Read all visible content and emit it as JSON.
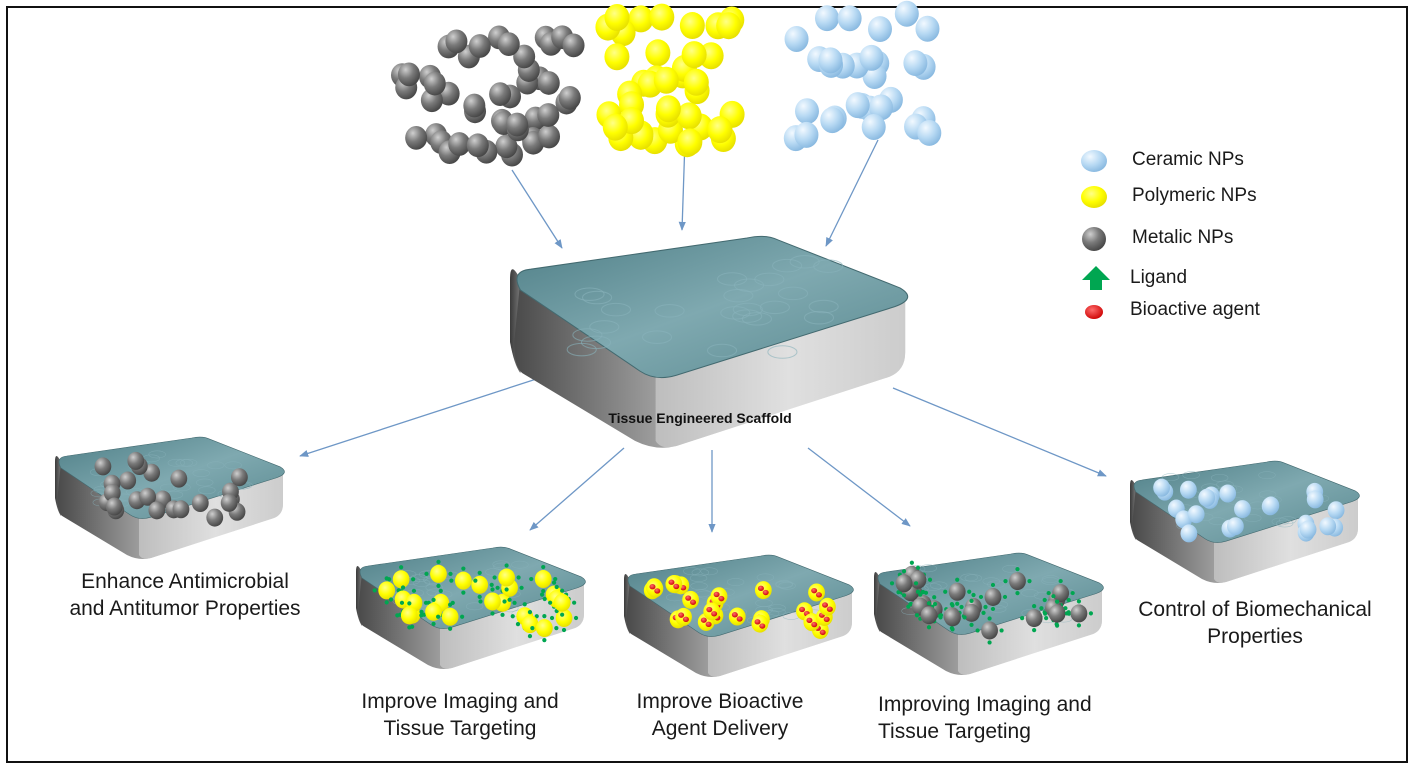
{
  "colors": {
    "ceramic": "#a9d0ef",
    "polymeric": "#ffff00",
    "metalic": "#6c6c6c",
    "ligand": "#00a651",
    "bioactive": "#ee1111",
    "scaffold_top": "#5d8e96",
    "arrow": "#6e97c6"
  },
  "main_scaffold": {
    "label": "Tissue Engineered Scaffold"
  },
  "legend": [
    {
      "key": "ceramic",
      "icon": "ceramic-np-icon",
      "label": "Ceramic NPs"
    },
    {
      "key": "polymeric",
      "icon": "polymeric-np-icon",
      "label": "Polymeric NPs"
    },
    {
      "key": "metalic",
      "icon": "metalic-np-icon",
      "label": "Metalic NPs"
    },
    {
      "key": "ligand",
      "icon": "ligand-arrow-icon",
      "label": "Ligand"
    },
    {
      "key": "bioactive",
      "icon": "bioactive-agent-icon",
      "label": "Bioactive agent"
    }
  ],
  "outcomes": [
    {
      "id": "antimicrobial",
      "lines": [
        "Enhance Antimicrobial",
        "and Antitumor Properties"
      ]
    },
    {
      "id": "imaging",
      "lines": [
        "Improve Imaging and",
        "Tissue Targeting"
      ]
    },
    {
      "id": "delivery",
      "lines": [
        "Improve Bioactive",
        "Agent Delivery"
      ]
    },
    {
      "id": "imaging2",
      "lines": [
        "Improving Imaging and",
        "Tissue Targeting"
      ]
    },
    {
      "id": "biomechanical",
      "lines": [
        "Control of Biomechanical",
        "Properties"
      ]
    }
  ]
}
